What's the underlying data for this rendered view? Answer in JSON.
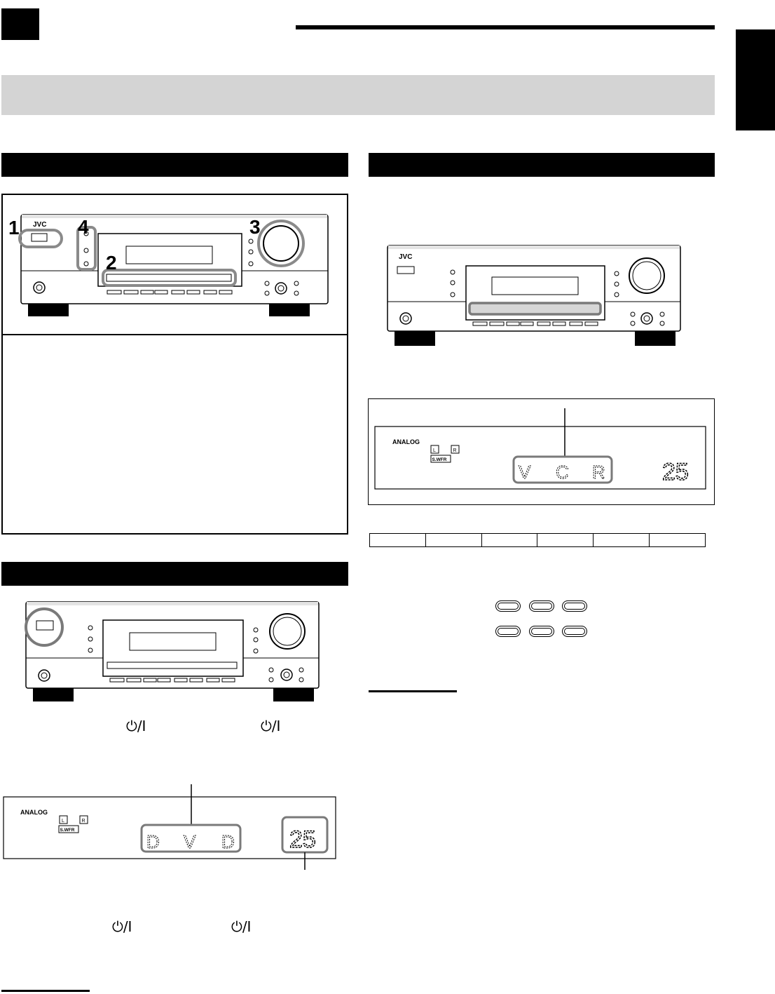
{
  "page": {
    "corner_tab_text": "",
    "side_tab_text": "",
    "section_banner_text": ""
  },
  "left": {
    "panel_callouts": [
      "1",
      "4",
      "3",
      "2"
    ],
    "brand_logo": "JVC"
  },
  "right": {
    "display_top": {
      "mode_label": "ANALOG",
      "ch_left": "L",
      "ch_right": "R",
      "subwoofer": "S.WFR",
      "source_glyphs": [
        "V",
        "C",
        "R"
      ],
      "level": "25"
    }
  },
  "bottom_left": {
    "display": {
      "mode_label": "ANALOG",
      "ch_left": "L",
      "ch_right": "R",
      "subwoofer": "S.WFR",
      "source_glyphs": [
        "D",
        "V",
        "D"
      ],
      "level": "25"
    },
    "power_symbol": "⏻/I"
  },
  "icons": {
    "power": "power-standby-icon",
    "volume_knob": "volume-knob-icon"
  }
}
